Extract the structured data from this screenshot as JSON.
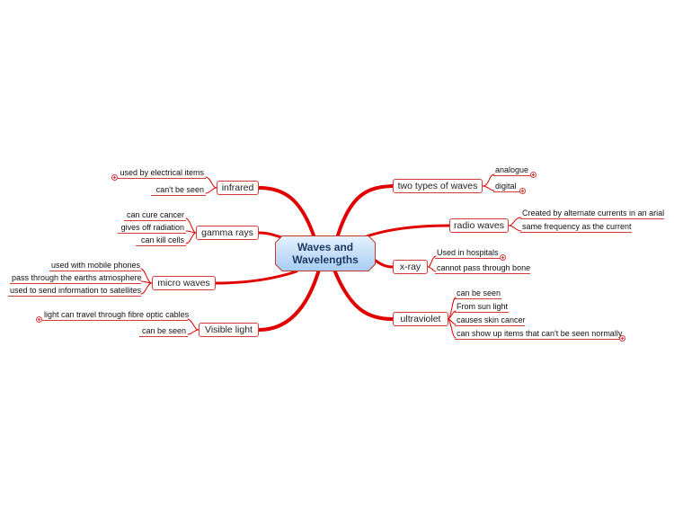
{
  "central": {
    "line1": "Waves and",
    "line2": "Wavelengths"
  },
  "colors": {
    "link": "#e00000",
    "border": "#d63a3a",
    "central_fill_top": "#e4f1fd",
    "central_fill_bottom": "#a9cdf3"
  },
  "branches": {
    "two_types": {
      "label": "two types of waves",
      "leaves": [
        "analogue",
        "digital"
      ]
    },
    "radio": {
      "label": "radio waves",
      "leaves": [
        "Created by alternate currents in an arial",
        "same frequency as the current"
      ]
    },
    "xray": {
      "label": "x-ray",
      "leaves": [
        "Used in hospitals",
        "cannot pass through bone"
      ]
    },
    "ultraviolet": {
      "label": "ultraviolet",
      "leaves": [
        "can be seen",
        "From sun light",
        "causes skin cancer",
        "can show up items that can't be seen normally"
      ]
    },
    "infrared": {
      "label": "infrared",
      "leaves": [
        "used by electrical items",
        "can't be seen"
      ]
    },
    "gamma": {
      "label": "gamma rays",
      "leaves": [
        "can cure cancer",
        "gives off radiation",
        "can kill cells"
      ]
    },
    "micro": {
      "label": "micro waves",
      "leaves": [
        "used with mobile phones",
        "pass through the earths atmosphere",
        "used to send information to satellites"
      ]
    },
    "visible": {
      "label": "Visible light",
      "leaves": [
        "light can travel through fibre optic cables",
        "can be seen"
      ]
    }
  }
}
